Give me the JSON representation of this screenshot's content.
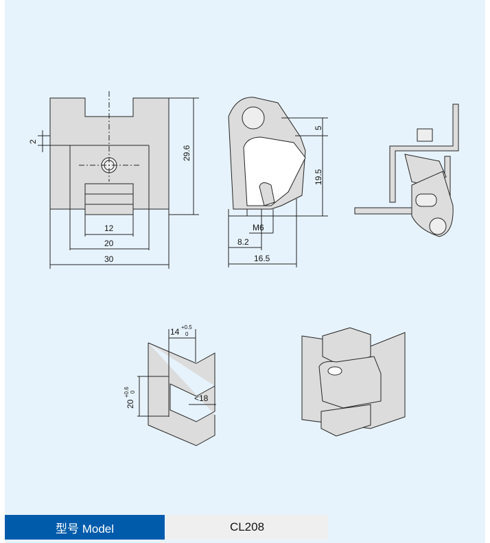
{
  "front_view": {
    "dim_height": "29.6",
    "dim_offset": "2",
    "dim_w12": "12",
    "dim_w20": "20",
    "dim_w30": "30"
  },
  "side_view": {
    "dim_top": "5",
    "dim_h": "19.5",
    "dim_thread": "M6",
    "dim_8": "8.2",
    "dim_16": "16.5"
  },
  "cutout": {
    "dim_14": "14",
    "tol_14_upper": "+0.5",
    "tol_14_lower": "0",
    "dim_20": "20",
    "tol_20_upper": "+0.6",
    "tol_20_lower": "0",
    "dim_18": "<18"
  },
  "model": {
    "label": "型号 Model",
    "value": "CL208"
  },
  "colors": {
    "accent": "#005bab",
    "background": "#e7f3fc",
    "part_fill": "#dcdcdc"
  }
}
